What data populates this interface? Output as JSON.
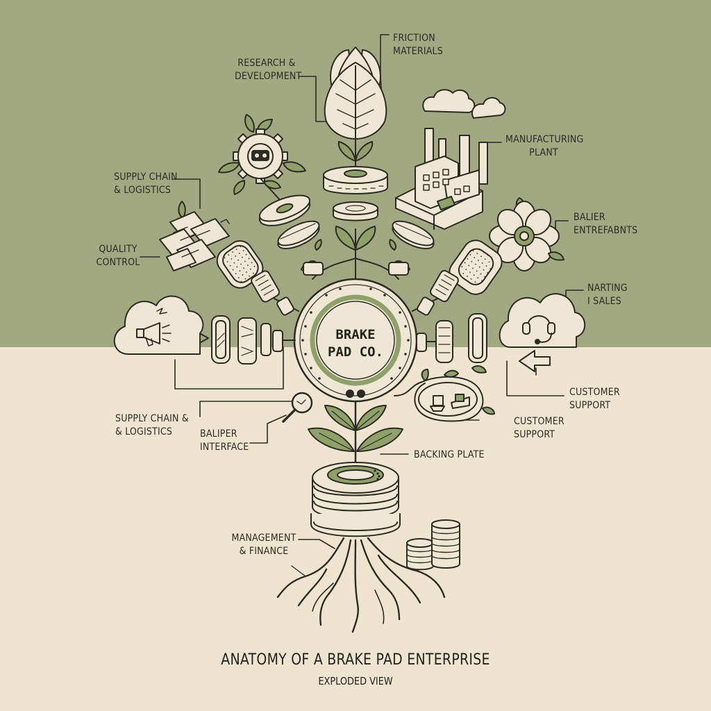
{
  "title": "ANATOMY OF A BRAKE PAD ENTERPRISE",
  "subtitle": "EXPLODED VIEW",
  "hub": {
    "line1": "BRAKE",
    "line2": "PAD CO."
  },
  "labels": {
    "friction_materials": [
      "FRICTION",
      "MATERIALS"
    ],
    "research_development": [
      "RESEARCH &",
      "DEVELOPMENT"
    ],
    "manufacturing_plant": [
      "MANUFACTURING",
      "PLANT"
    ],
    "supply_chain_top": [
      "SUPPLY CHAIN",
      "& LOGISTICS"
    ],
    "baliper_entrefabnts": [
      "BALIER",
      "ENTREFABNTS"
    ],
    "quality_control": [
      "QUALITY",
      "CONTROL"
    ],
    "marketing_sales": [
      "NARTING",
      "I SALES"
    ],
    "customer_support_right": [
      "CUSTOMER",
      "SUPPORT"
    ],
    "customer_support_mid": [
      "CUSTOMER",
      "SUPPORT"
    ],
    "supply_chain_bottom": [
      "SUPPLY CHAIN &",
      "& LOGISTICS"
    ],
    "baliper_interface": [
      "BALIPER",
      "INTERFACE"
    ],
    "backing_plate": [
      "BACKING PLATE"
    ],
    "management_finance": [
      "MANAGEMENT",
      "& FINANCE"
    ]
  },
  "colors": {
    "background_top": "#a1a882",
    "background_bottom": "#efe4cf",
    "ink": "#2b2b24",
    "accent_green": "#8fa06b",
    "paper": "#efe7d3"
  }
}
